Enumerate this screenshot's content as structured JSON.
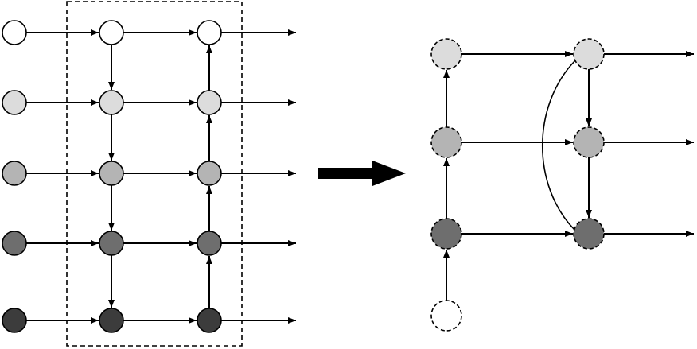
{
  "colors": {
    "stroke": "#000000",
    "background": "#ffffff",
    "level_fills": [
      "#ffffff",
      "#dcdcdc",
      "#b4b4b4",
      "#6e6e6e",
      "#3c3c3c"
    ],
    "merged_fills": [
      "#dcdcdc",
      "#b4b4b4",
      "#6e6e6e"
    ]
  },
  "left_grid": {
    "rows": 5,
    "columns": 3,
    "vertical_flow": [
      {
        "column": 1,
        "direction": "down"
      },
      {
        "column": 2,
        "direction": "up"
      }
    ],
    "selection_box": "dashed"
  },
  "transform_arrow": "right",
  "right_graph": {
    "rows": 3,
    "columns": 2,
    "node_style": "dashed",
    "column_0_flow": "up",
    "column_1_flow": "down",
    "bypass_edge": "bottom-to-top",
    "source_node": "dashed-empty"
  }
}
